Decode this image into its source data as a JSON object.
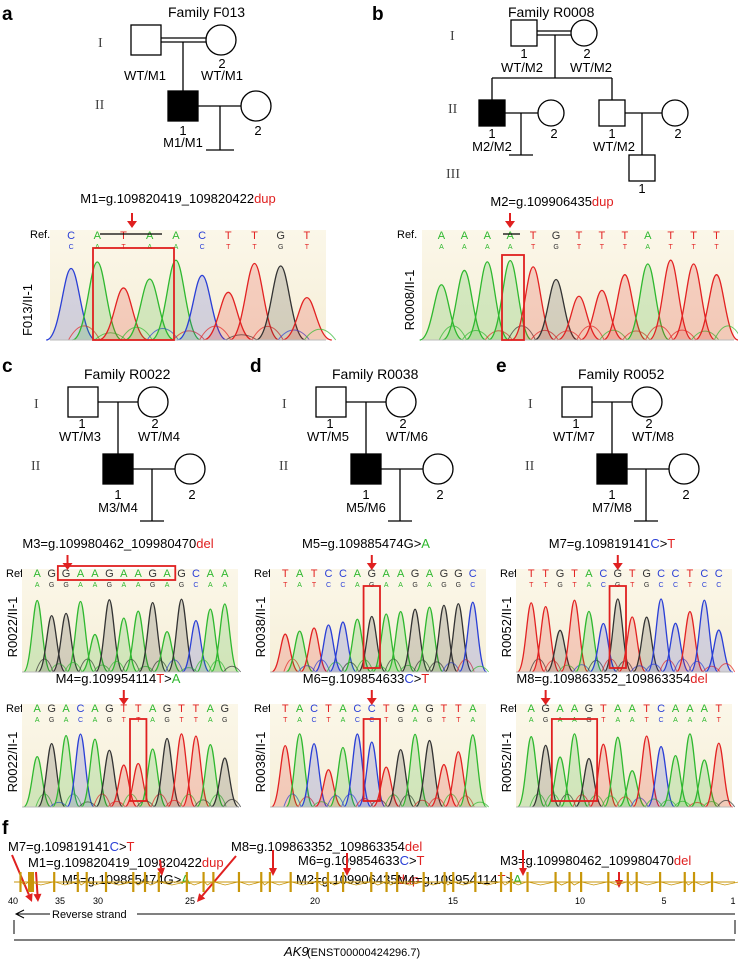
{
  "panels": {
    "a": "a",
    "b": "b",
    "c": "c",
    "d": "d",
    "e": "e",
    "f": "f"
  },
  "roman": {
    "I": "I",
    "II": "II",
    "III": "III"
  },
  "ref_label": "Ref.",
  "colors": {
    "A": "#2fb82f",
    "C": "#2a3fd6",
    "G": "#333333",
    "T": "#e22222",
    "red": "#e02020",
    "gold": "#c8960a"
  },
  "a": {
    "family": "Family F013",
    "gen1_id": "1",
    "gen1_father": "WT/M1",
    "gen1_mother_id": "2",
    "gen1_mother": "WT/M1",
    "proband_id": "1",
    "proband": "M1/M1",
    "spouse_id": "2",
    "mut_prefix": "M1=g.109820419_109820422",
    "mut_suffix": "dup",
    "ref_bases": [
      "C",
      "A",
      "T",
      "A",
      "A",
      "C",
      "T",
      "T",
      "G",
      "T"
    ],
    "sample": "F013/II-1"
  },
  "b": {
    "family": "Family R0008",
    "gen1_father_id": "1",
    "gen1_father": "WT/M2",
    "gen1_mother_id": "2",
    "gen1_mother": "WT/M2",
    "proband_id": "1",
    "proband": "M2/M2",
    "spouse1_id": "2",
    "sib_id": "1",
    "sib": "WT/M2",
    "spouse2_id": "2",
    "child_id": "1",
    "mut_prefix": "M2=g.109906435",
    "mut_suffix": "dup",
    "ref_bases": [
      "A",
      "A",
      "A",
      "A",
      "T",
      "G",
      "T",
      "T",
      "T",
      "A",
      "T",
      "T",
      "T"
    ],
    "sample": "R0008/II-1"
  },
  "c": {
    "family": "Family R0022",
    "father_id": "1",
    "father": "WT/M3",
    "mother_id": "2",
    "mother": "WT/M4",
    "proband_id": "1",
    "proband": "M3/M4",
    "spouse_id": "2",
    "m3_prefix": "M3=g.109980462_109980470",
    "m3_suffix": "del",
    "m3_bases": [
      "A",
      "G",
      "G",
      "A",
      "A",
      "G",
      "A",
      "A",
      "G",
      "A",
      "G",
      "C",
      "A",
      "A"
    ],
    "m4_prefix": "M4=g.109954114",
    "m4_ref": "T",
    "m4_gt": ">",
    "m4_alt": "A",
    "m4_bases": [
      "A",
      "G",
      "A",
      "C",
      "A",
      "G",
      "T",
      "T",
      "A",
      "G",
      "T",
      "T",
      "A",
      "G"
    ],
    "sample": "R0022/II-1"
  },
  "d": {
    "family": "Family R0038",
    "father_id": "1",
    "father": "WT/M5",
    "mother_id": "2",
    "mother": "WT/M6",
    "proband_id": "1",
    "proband": "M5/M6",
    "spouse_id": "2",
    "m5_prefix": "M5=g.109885474G",
    "m5_gt": ">",
    "m5_alt": "A",
    "m5_bases": [
      "T",
      "A",
      "T",
      "C",
      "C",
      "A",
      "G",
      "A",
      "A",
      "G",
      "A",
      "G",
      "G",
      "C"
    ],
    "m6_prefix": "M6=g.109854633",
    "m6_ref": "C",
    "m6_gt": ">",
    "m6_alt": "T",
    "m6_bases": [
      "T",
      "A",
      "C",
      "T",
      "A",
      "C",
      "C",
      "T",
      "G",
      "A",
      "G",
      "T",
      "T",
      "A"
    ],
    "sample": "R0038/II-1"
  },
  "e": {
    "family": "Family R0052",
    "father_id": "1",
    "father": "WT/M7",
    "mother_id": "2",
    "mother": "WT/M8",
    "proband_id": "1",
    "proband": "M7/M8",
    "spouse_id": "2",
    "m7_prefix": "M7=g.109819141",
    "m7_ref": "C",
    "m7_gt": ">",
    "m7_alt": "T",
    "m7_bases": [
      "T",
      "T",
      "G",
      "T",
      "A",
      "C",
      "G",
      "T",
      "G",
      "C",
      "C",
      "T",
      "C",
      "C"
    ],
    "m8_prefix": "M8=g.109863352_109863354",
    "m8_suffix": "del",
    "m8_bases": [
      "A",
      "G",
      "A",
      "A",
      "G",
      "T",
      "A",
      "A",
      "T",
      "C",
      "A",
      "A",
      "A",
      "T"
    ],
    "sample": "R0052/II-1"
  },
  "f": {
    "labels": [
      {
        "prefix": "M7=g.109819141",
        "ref": "C",
        "gt": ">",
        "alt": "T"
      },
      {
        "prefix": "M1=g.109820419_109820422",
        "suffix": "dup"
      },
      {
        "prefix": "M5=g.109885474G",
        "gt": ">",
        "alt": "A"
      },
      {
        "prefix": "M8=g.109863352_109863354",
        "suffix": "del"
      },
      {
        "prefix": "M6=g.109854633",
        "ref": "C",
        "gt": ">",
        "alt": "T"
      },
      {
        "prefix": "M2=g.109906435",
        "suffix": "dup"
      },
      {
        "prefix": "M4=g.109954114",
        "ref": "T",
        "gt": ">",
        "alt": "A"
      },
      {
        "prefix": "M3=g.109980462_109980470",
        "suffix": "del"
      }
    ],
    "exon_ticks": [
      "40",
      "35",
      "30",
      "25",
      "20",
      "15",
      "10",
      "5",
      "1"
    ],
    "strand": "Reverse strand",
    "gene": "AK9",
    "transcript": "(ENST00000424296.7)"
  }
}
